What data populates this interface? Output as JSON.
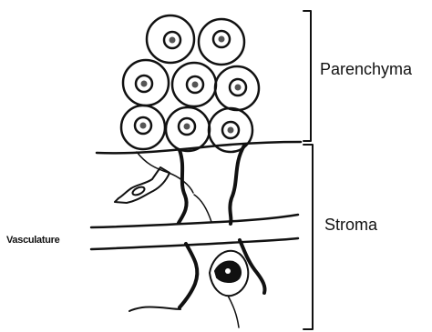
{
  "labels": {
    "parenchyma": "Parenchyma",
    "stroma": "Stroma",
    "vasculature": "Vasculature"
  },
  "colors": {
    "line": "#111111",
    "nucleus_fill": "#555555",
    "background": "#ffffff"
  }
}
